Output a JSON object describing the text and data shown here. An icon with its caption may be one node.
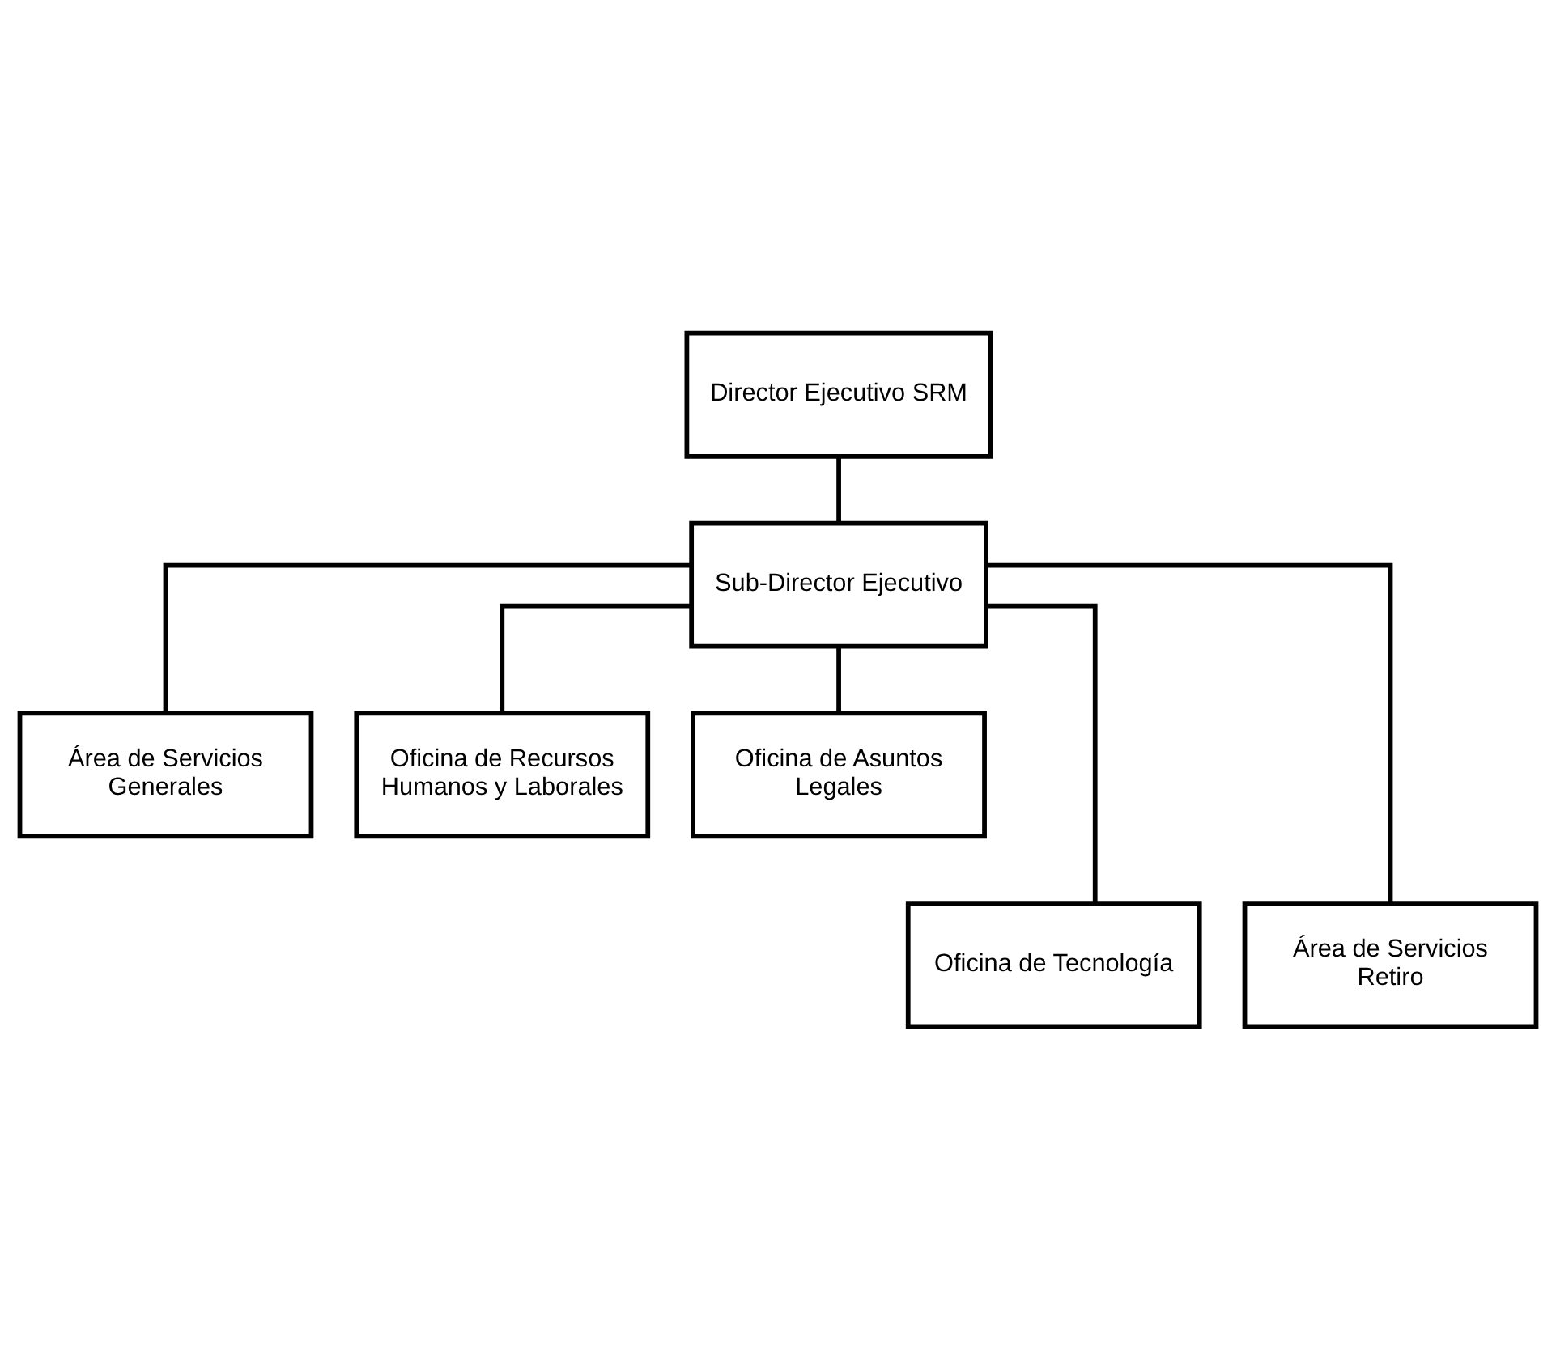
{
  "diagram": {
    "nodes": [
      {
        "text": [
          "Director Ejecutivo SRM"
        ]
      },
      {
        "text": [
          "Sub-Director Ejecutivo"
        ]
      },
      {
        "text": [
          "Área de Servicios Generales"
        ]
      },
      {
        "text": [
          "Oficina de Recursos Humanos y Laborales"
        ]
      },
      {
        "text": [
          "Oficina de Asuntos Legales"
        ]
      },
      {
        "text": [
          "Oficina de Tecnología"
        ]
      },
      {
        "text": [
          "Área de Servicios Retiro"
        ]
      }
    ],
    "edges": [
      {
        "from": 0,
        "to": 1,
        "arrow": "none"
      },
      {
        "from": 1,
        "to": 2,
        "arrow": "none"
      },
      {
        "from": 1,
        "to": 3,
        "arrow": "none"
      },
      {
        "from": 1,
        "to": 4,
        "arrow": "none"
      },
      {
        "from": 1,
        "to": 5,
        "arrow": "none"
      },
      {
        "from": 1,
        "to": 6,
        "arrow": "none"
      }
    ]
  }
}
